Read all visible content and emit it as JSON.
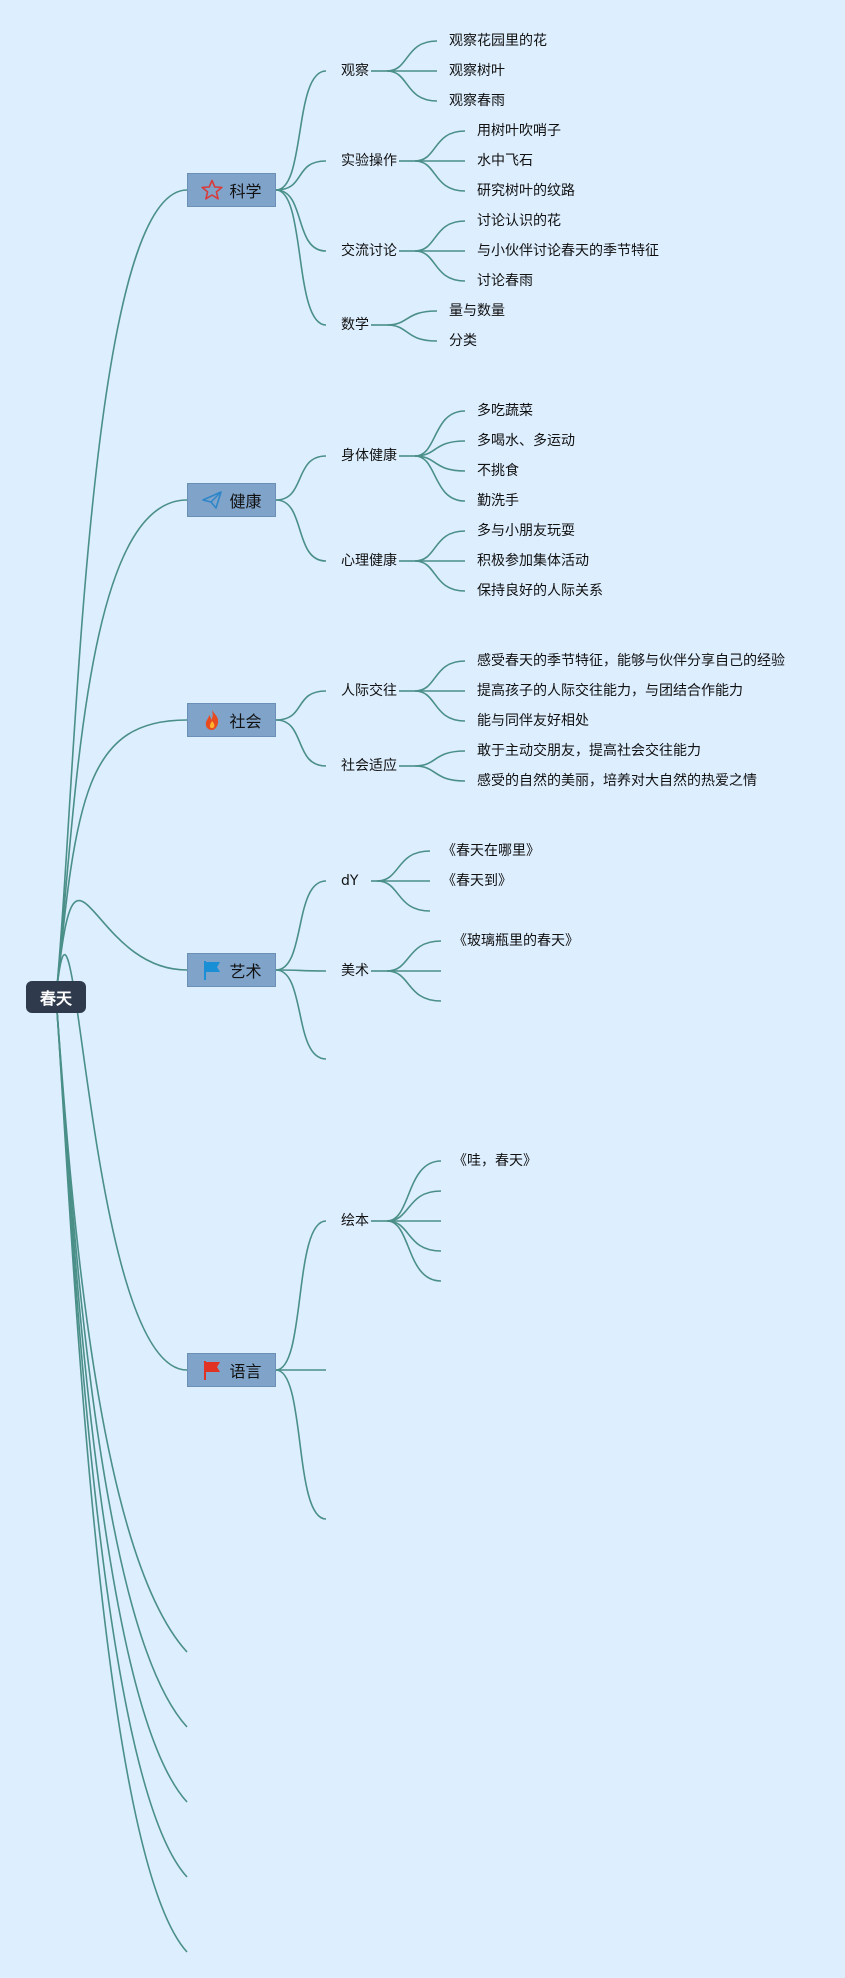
{
  "root": {
    "label": "春天"
  },
  "colors": {
    "background": "#ddeefe",
    "line": "#4a8f88",
    "root_bg": "#2f3a4c",
    "topic_bg": "#7fa3c9"
  },
  "topics": [
    {
      "label": "科学",
      "icon": "star-icon",
      "subtopics": [
        {
          "label": "观察",
          "leaves": [
            "观察花园里的花",
            "观察树叶",
            "观察春雨"
          ]
        },
        {
          "label": "实验操作",
          "leaves": [
            "用树叶吹哨子",
            "水中飞石",
            "研究树叶的纹路"
          ]
        },
        {
          "label": "交流讨论",
          "leaves": [
            "讨论认识的花",
            "与小伙伴讨论春天的季节特征",
            "讨论春雨"
          ]
        },
        {
          "label": "数学",
          "leaves": [
            "量与数量",
            "分类"
          ]
        }
      ]
    },
    {
      "label": "健康",
      "icon": "paper-plane-icon",
      "subtopics": [
        {
          "label": "身体健康",
          "leaves": [
            "多吃蔬菜",
            "多喝水、多运动",
            "不挑食",
            "勤洗手"
          ]
        },
        {
          "label": "心理健康",
          "leaves": [
            "多与小朋友玩耍",
            "积极参加集体活动",
            "保持良好的人际关系"
          ]
        }
      ]
    },
    {
      "label": "社会",
      "icon": "flame-icon",
      "subtopics": [
        {
          "label": "人际交往",
          "leaves": [
            "感受春天的季节特征，能够与伙伴分享自己的经验",
            "提高孩子的人际交往能力，与团结合作能力",
            "能与同伴友好相处"
          ]
        },
        {
          "label": "社会适应",
          "leaves": [
            "敢于主动交朋友，提高社会交往能力",
            "感受的自然的美丽，培养对大自然的热爱之情"
          ]
        }
      ]
    },
    {
      "label": "艺术",
      "icon": "blue-flag-icon",
      "subtopics": [
        {
          "label": "dY",
          "leaves": [
            "《春天在哪里》",
            "《春天到》",
            ""
          ]
        },
        {
          "label": "美术",
          "leaves": [
            "《玻璃瓶里的春天》",
            "",
            ""
          ]
        },
        {
          "label": "",
          "leaves": []
        }
      ]
    },
    {
      "label": "语言",
      "icon": "red-flag-icon",
      "subtopics": [
        {
          "label": "绘本",
          "leaves": [
            "《哇，春天》",
            "",
            "",
            "",
            ""
          ]
        },
        {
          "label": "",
          "leaves": []
        },
        {
          "label": "",
          "leaves": []
        }
      ]
    }
  ]
}
